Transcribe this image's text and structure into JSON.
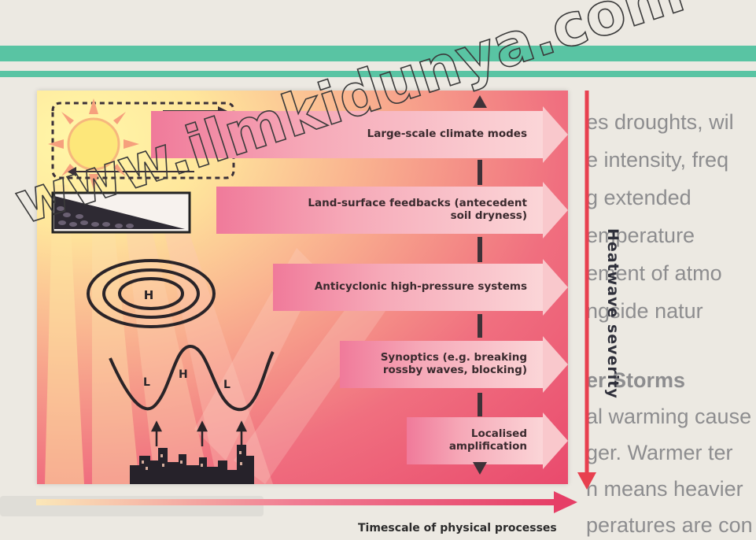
{
  "background_text": [
    "es droughts, wil",
    "e intensity, freq",
    "g extended",
    "emperature",
    "ement of atmo",
    "ngside natur",
    "er Storms",
    "al warming cause",
    "ger. Warmer ter",
    "h means heavier",
    "peratures are con"
  ],
  "diagram": {
    "processes": [
      "Large-scale climate modes",
      "Land-surface feedbacks (antecedent soil dryness)",
      "Anticyclonic high-pressure systems",
      "Synoptics (e.g. breaking rossby waves, blocking)",
      "Localised amplification"
    ],
    "pressure_labels": {
      "anticyclone": "H",
      "wave_low_1": "L",
      "wave_high": "H",
      "wave_low_2": "L"
    },
    "severity_axis_label": "Heatwave severity",
    "timescale_axis_label": "Timescale of physical processes"
  },
  "watermark": "www.ilmkidunya.com",
  "colors": {
    "green_band": "#59c4a3",
    "diagram_warm": "#fff3a0",
    "diagram_hot": "#e94a6d",
    "severity_arrow": "#e8404f",
    "timescale_arrow": "#e63f67"
  },
  "icons": [
    "sun-icon",
    "circulation-arrows-icon",
    "soil-layer-icon",
    "anticyclone-contours-icon",
    "rossby-wave-icon",
    "city-skyline-icon"
  ]
}
